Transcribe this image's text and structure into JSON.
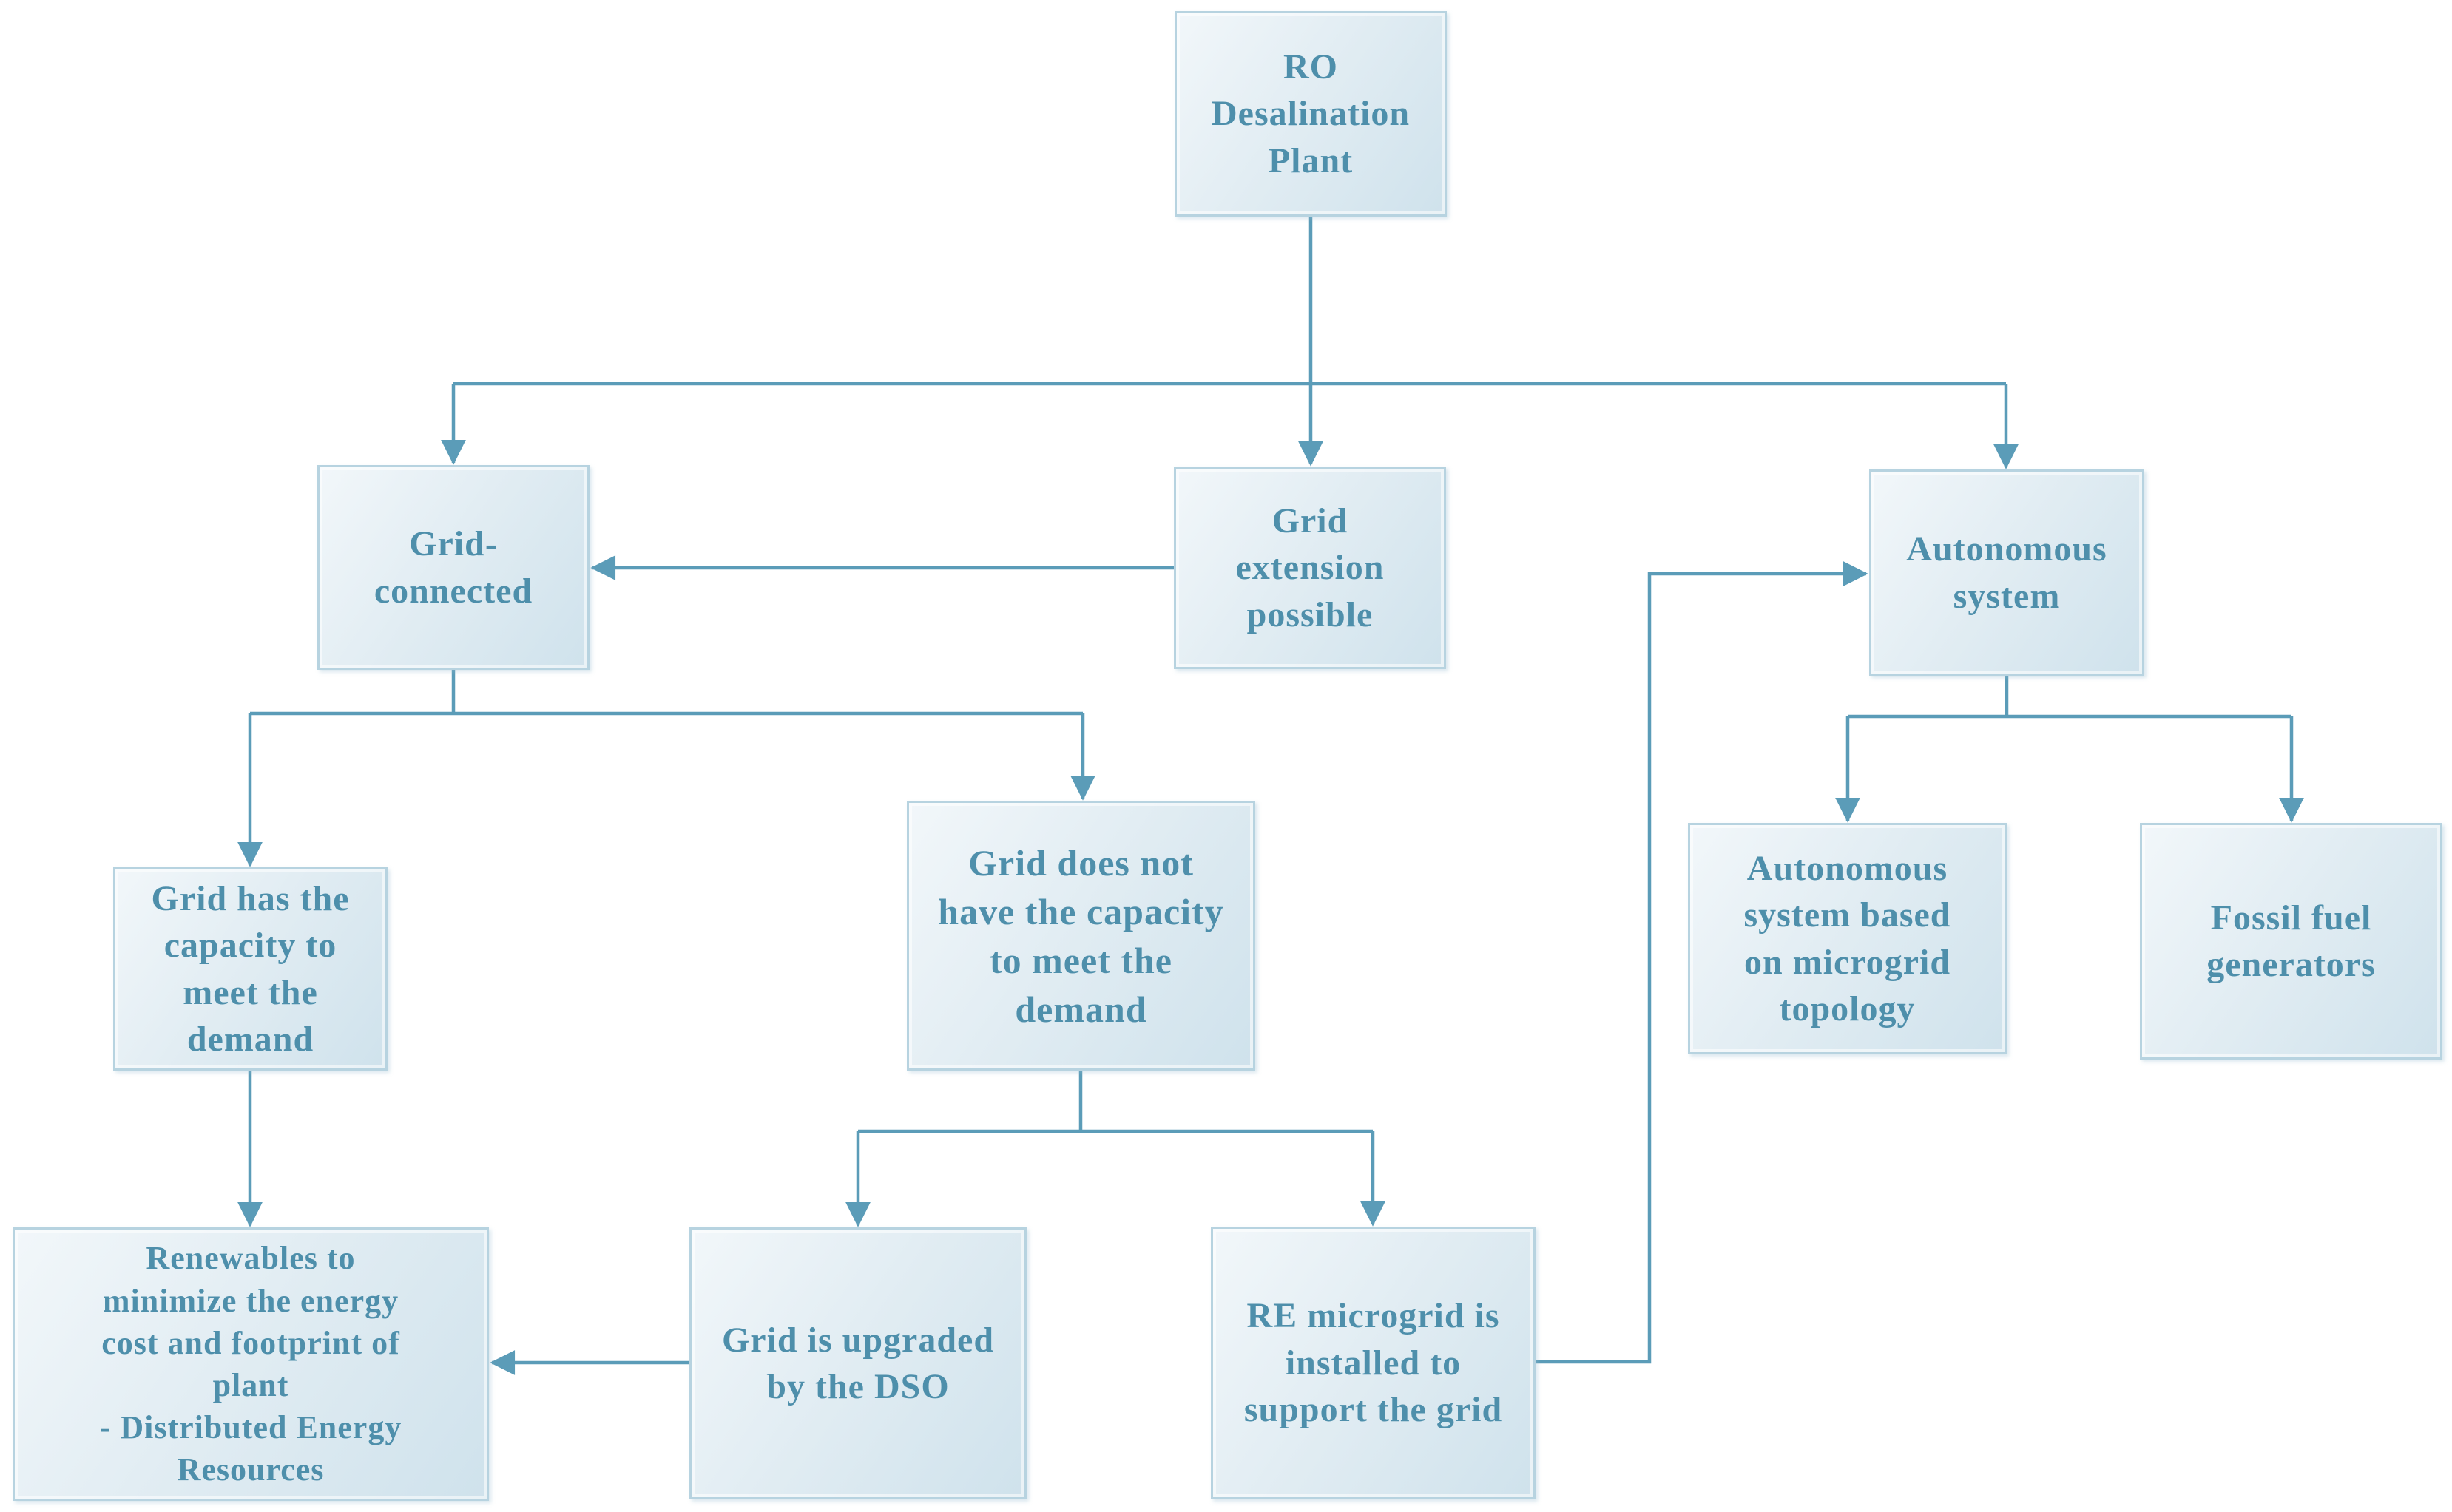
{
  "diagram": {
    "type": "flowchart",
    "nodes": [
      {
        "id": "ro-plant",
        "label": "RO\nDesalination\nPlant"
      },
      {
        "id": "grid-connected",
        "label": "Grid-\nconnected"
      },
      {
        "id": "grid-extension",
        "label": "Grid\nextension\npossible"
      },
      {
        "id": "autonomous-system",
        "label": "Autonomous\nsystem"
      },
      {
        "id": "grid-has-capacity",
        "label": "Grid has the\ncapacity to\nmeet the\ndemand"
      },
      {
        "id": "grid-no-capacity",
        "label": "Grid does not\nhave the capacity\nto meet the\ndemand"
      },
      {
        "id": "autonomous-microgrid",
        "label": "Autonomous\nsystem based\non microgrid\ntopology"
      },
      {
        "id": "fossil-fuel",
        "label": "Fossil fuel\ngenerators"
      },
      {
        "id": "renewables",
        "label": "Renewables to\nminimize the energy\ncost and footprint of\nplant\n- Distributed Energy\nResources"
      },
      {
        "id": "grid-upgraded",
        "label": "Grid is upgraded\nby the DSO"
      },
      {
        "id": "re-microgrid",
        "label": "RE microgrid is\ninstalled to\nsupport the grid"
      }
    ],
    "edges": [
      {
        "from": "ro-plant",
        "to": "grid-connected"
      },
      {
        "from": "ro-plant",
        "to": "grid-extension"
      },
      {
        "from": "ro-plant",
        "to": "autonomous-system"
      },
      {
        "from": "grid-extension",
        "to": "grid-connected"
      },
      {
        "from": "grid-connected",
        "to": "grid-has-capacity"
      },
      {
        "from": "grid-connected",
        "to": "grid-no-capacity"
      },
      {
        "from": "grid-has-capacity",
        "to": "renewables"
      },
      {
        "from": "grid-no-capacity",
        "to": "grid-upgraded"
      },
      {
        "from": "grid-no-capacity",
        "to": "re-microgrid"
      },
      {
        "from": "grid-upgraded",
        "to": "renewables"
      },
      {
        "from": "re-microgrid",
        "to": "autonomous-system"
      },
      {
        "from": "autonomous-system",
        "to": "autonomous-microgrid"
      },
      {
        "from": "autonomous-system",
        "to": "fossil-fuel"
      }
    ]
  },
  "theme": {
    "connector_color": "#5b9cb8",
    "text_color": "#4e8fab",
    "node_border": "#b7d3e0",
    "node_fill_light": "#f2f7fa",
    "node_fill_dark": "#cfe2ec",
    "page_bg": "#ffffff"
  }
}
